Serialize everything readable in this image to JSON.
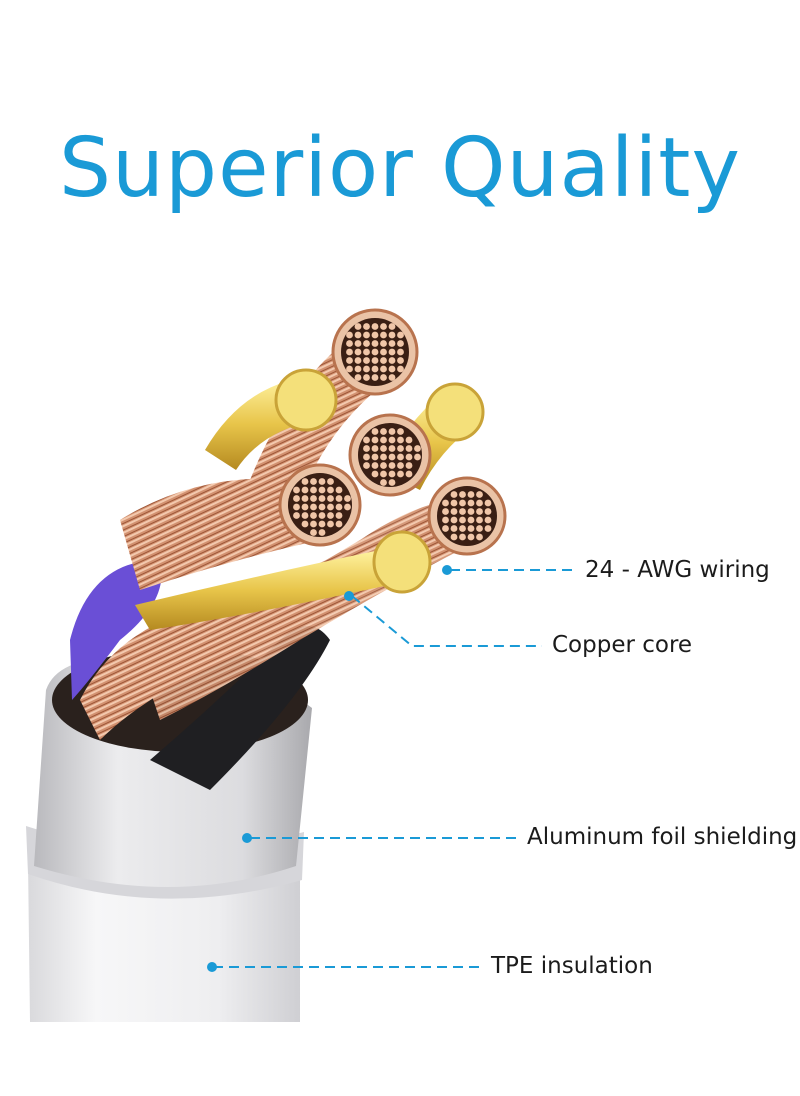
{
  "headline": "Superior Quality",
  "colors": {
    "headline": "#1a9ad6",
    "callout_line": "#1a9ad6"
  },
  "callouts": [
    {
      "label": "24 - AWG wiring"
    },
    {
      "label": "Copper core"
    },
    {
      "label": "Aluminum foil shielding"
    },
    {
      "label": "TPE insulation"
    }
  ]
}
